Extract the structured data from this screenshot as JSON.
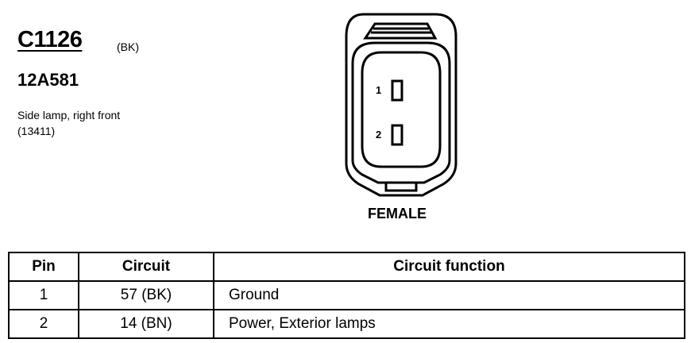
{
  "connector": {
    "id": "C1126",
    "color": "(BK)",
    "part_number": "12A581",
    "description": "Side lamp, right front (13411)",
    "gender": "FEMALE",
    "pins": [
      "1",
      "2"
    ]
  },
  "table": {
    "headers": [
      "Pin",
      "Circuit",
      "Circuit function"
    ],
    "rows": [
      {
        "pin": "1",
        "circuit": "57 (BK)",
        "function": "Ground"
      },
      {
        "pin": "2",
        "circuit": "14 (BN)",
        "function": "Power, Exterior lamps"
      }
    ]
  }
}
